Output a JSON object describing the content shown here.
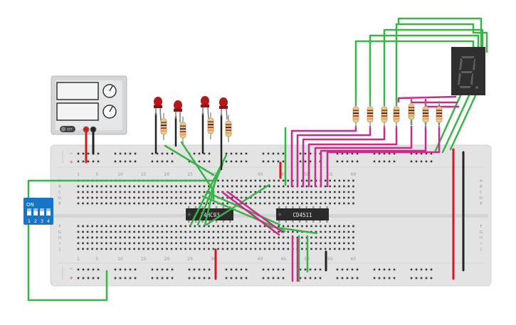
{
  "breadboard": {
    "column_numbers": [
      "1",
      "5",
      "10",
      "15",
      "20",
      "25",
      "30",
      "40",
      "45",
      "50",
      "55",
      "60"
    ],
    "row_letters_top": [
      "A",
      "B",
      "C",
      "D",
      "E"
    ],
    "row_letters_bottom": [
      "F",
      "G",
      "H",
      "I",
      "J"
    ],
    "rail_plus": "+",
    "rail_minus": "−"
  },
  "chips": {
    "counter": "74HC93",
    "decoder": "CD4511"
  },
  "dip_switch": {
    "on_label": "ON",
    "position_numbers": [
      "1",
      "2",
      "3",
      "4"
    ]
  },
  "seven_segment": {
    "shown_digit": "8"
  },
  "power_supply": {
    "button_label": "OFF"
  },
  "colors": {
    "breadboard": "#e3e3e3",
    "wire_green": "#3ab44a",
    "wire_magenta": "#cc2a8a",
    "wire_red": "#d3191c",
    "wire_black": "#222222",
    "led_red": "#b3181d",
    "dip_switch": "#1a74c4",
    "chip_body": "#2b2b2b",
    "display_body": "#2f2f2f"
  }
}
